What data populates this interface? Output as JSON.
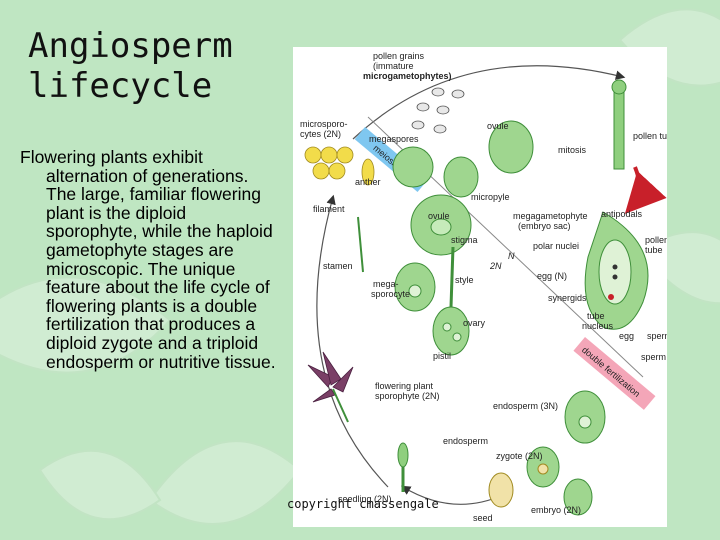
{
  "slide": {
    "title_line1": "Angiosperm",
    "title_line2": "lifecycle",
    "body_first_line": "Flowering plants exhibit",
    "body_rest": "alternation of generations. The large, familiar flowering plant is the diploid sporophyte, while the haploid gametophyte stages are microscopic. The unique feature about the life cycle of flowering plants is a double fertilization that produces a diploid zygote and a triploid endosperm or nutritive tissue.",
    "copyright": "copyright cmassengale"
  },
  "diagram": {
    "pollen_grains": [
      "pollen grains",
      "(immature",
      "microgametophytes)"
    ],
    "microsporocytes": [
      "microsporo-",
      "cytes (2N)"
    ],
    "megaspores": "megaspores",
    "ovule_top": "ovule",
    "meiosis": "meiosis",
    "mitosis": "mitosis",
    "pollen_tube_top": "pollen tube",
    "anther": "anther",
    "filament": "filament",
    "ovule_mid": "ovule",
    "micropyle": "micropyle",
    "megagametophyte": [
      "megagametophyte",
      "(embryo sac)"
    ],
    "antipodals": "antipodals",
    "stigma": "stigma",
    "polar_nuclei": "polar nuclei",
    "pollen_tube_right": [
      "pollen",
      "tube"
    ],
    "stamen": "stamen",
    "n_label": "N",
    "two_n_label": "2N",
    "egg_n": "egg (N)",
    "mega_sporocyte": [
      "mega-",
      "sporocyte"
    ],
    "style": "style",
    "synergids": "synergids",
    "ovary": "ovary",
    "tube_nucleus": [
      "tube",
      "nucleus"
    ],
    "egg": "egg",
    "sperm_n": "sperm (N)",
    "pistil": "pistil",
    "double_fertilization": "double fertilization",
    "sperm": "sperm",
    "flowering_plant": [
      "flowering plant",
      "sporophyte (2N)"
    ],
    "endosperm_3n": "endosperm (3N)",
    "zygote_2n": "zygote (2N)",
    "endosperm": "endosperm",
    "seedling": "seedling (2N)",
    "seed": "seed",
    "embryo_2n": "embryo (2N)"
  },
  "colors": {
    "background": "#bfe6c2",
    "leaf_light": "#d3eed4",
    "plant_green": "#8fcf7e",
    "dark_green": "#3f8f3a",
    "meiosis_band": "#7fc7f0",
    "fertilization_band": "#f4a6b8",
    "arrow_red": "#c8202a",
    "yellow_anther": "#f2dc4a"
  }
}
